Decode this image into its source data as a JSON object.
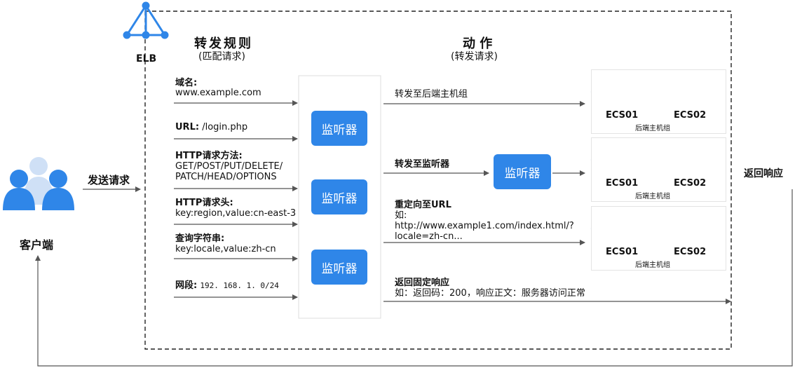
{
  "elb": {
    "label": "ELB"
  },
  "client": {
    "label": "客户端",
    "send_label": "发送请求",
    "return_label": "返回响应"
  },
  "columns": {
    "rules_title": "转发规则",
    "rules_subtitle": "(匹配请求)",
    "actions_title": "动 作",
    "actions_subtitle": "(转发请求)"
  },
  "rules": {
    "domain_title": "域名:",
    "domain_value": "www.example.com",
    "url_title": "URL:",
    "url_value": "/login.php",
    "method_title": "HTTP请求方法:",
    "method_line1": "GET/POST/PUT/DELETE/",
    "method_line2": "PATCH/HEAD/OPTIONS",
    "header_title": "HTTP请求头:",
    "header_value": "key:region,value:cn-east-3",
    "query_title": "查询字符串:",
    "query_value": "key:locale,value:zh-cn",
    "cidr_title": "网段:",
    "cidr_value": "192. 168. 1. 0/24"
  },
  "listeners": {
    "l1": "监听器",
    "l2": "监听器",
    "l3": "监听器",
    "l4": "监听器"
  },
  "actions": {
    "forward_group": "转发至后端主机组",
    "forward_listener": "转发至监听器",
    "redirect_title": "重定向至URL",
    "redirect_line1": "如:",
    "redirect_line2": "http://www.example1.com/index.html/?",
    "redirect_line3": "locale=zh-cn...",
    "fixed_title": "返回固定响应",
    "fixed_desc": "如：返回码：200，响应正文：服务器访问正常"
  },
  "backend_groups": [
    {
      "ecs1": "ECS01",
      "ecs2": "ECS02",
      "label": "后端主机组"
    },
    {
      "ecs1": "ECS01",
      "ecs2": "ECS02",
      "label": "后端主机组"
    },
    {
      "ecs1": "ECS01",
      "ecs2": "ECS02",
      "label": "后端主机组"
    }
  ],
  "colors": {
    "accent": "#2f86e8",
    "line": "#555555"
  }
}
